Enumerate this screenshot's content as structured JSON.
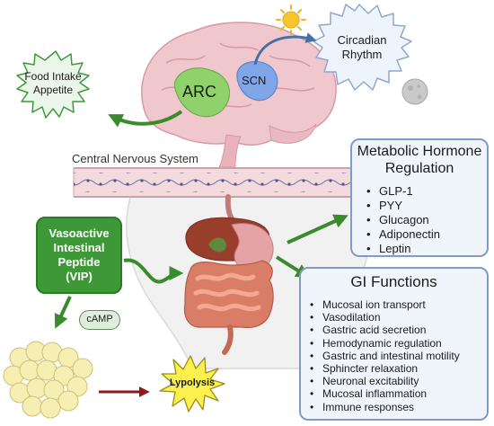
{
  "labels": {
    "food_intake_line1": "Food Intake",
    "food_intake_line2": "Appetite",
    "circadian_line1": "Circadian",
    "circadian_line2": "Rhythm",
    "arc": "ARC",
    "scn": "SCN",
    "cns": "Central Nervous System",
    "camp": "cAMP",
    "lypolysis": "Lypolysis"
  },
  "vip": {
    "line1": "Vasoactive",
    "line2": "Intestinal",
    "line3": "Peptide",
    "line4": "(VIP)"
  },
  "metabolic": {
    "title_line1": "Metabolic Hormone",
    "title_line2": "Regulation",
    "items": [
      "GLP-1",
      "PYY",
      "Glucagon",
      "Adiponectin",
      "Leptin"
    ]
  },
  "gi": {
    "title": "GI Functions",
    "items": [
      "Mucosal ion transport",
      "Vasodilation",
      "Gastric acid secretion",
      "Hemodynamic regulation",
      "Gastric and intestinal motility",
      "Sphincter relaxation",
      "Neuronal excitability",
      "Mucosal inflammation",
      "Immune responses"
    ]
  },
  "colors": {
    "arrow_green": "#3a8a2e",
    "arrow_blue": "#4a6fa5",
    "arrow_red": "#8b1a1a",
    "arc_region": "#8fd16a",
    "scn_region": "#7fa6e8",
    "brain": "#f0c7cd",
    "box_border": "#7f9bc7"
  },
  "icons": [
    "sun-icon",
    "moon-icon",
    "brain-illustration",
    "body-torso-illustration",
    "digestive-organs-illustration",
    "adipocyte-cluster-illustration"
  ]
}
